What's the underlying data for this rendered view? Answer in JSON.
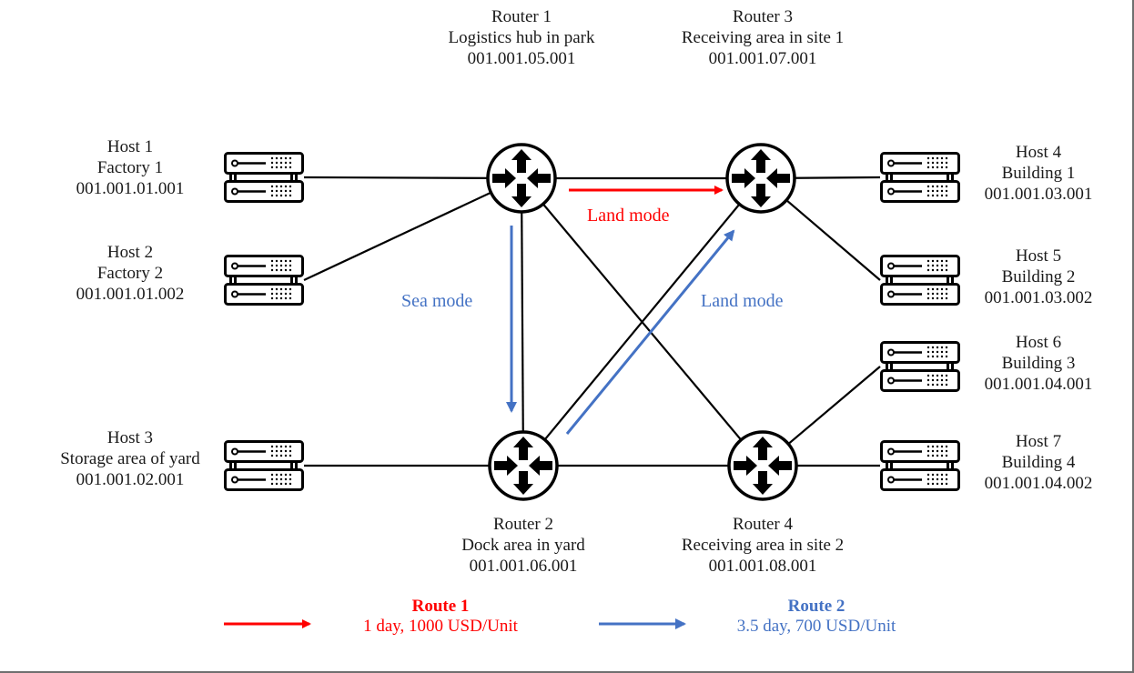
{
  "colors": {
    "route1": "#ff0000",
    "route2": "#4472c4",
    "link": "#000000",
    "text": "#1a1a1a"
  },
  "routers": [
    {
      "id": "router-1",
      "name": "Router 1",
      "place": "Logistics hub in park",
      "address": "001.001.05.001"
    },
    {
      "id": "router-2",
      "name": "Router 2",
      "place": "Dock area in yard",
      "address": "001.001.06.001"
    },
    {
      "id": "router-3",
      "name": "Router 3",
      "place": "Receiving area in site 1",
      "address": "001.001.07.001"
    },
    {
      "id": "router-4",
      "name": "Router 4",
      "place": "Receiving area in site 2",
      "address": "001.001.08.001"
    }
  ],
  "hosts": [
    {
      "id": "host-1",
      "name": "Host 1",
      "place": "Factory 1",
      "address": "001.001.01.001"
    },
    {
      "id": "host-2",
      "name": "Host 2",
      "place": "Factory 2",
      "address": "001.001.01.002"
    },
    {
      "id": "host-3",
      "name": "Host 3",
      "place": "Storage area of yard",
      "address": "001.001.02.001"
    },
    {
      "id": "host-4",
      "name": "Host 4",
      "place": "Building  1",
      "address": "001.001.03.001"
    },
    {
      "id": "host-5",
      "name": "Host 5",
      "place": "Building  2",
      "address": "001.001.03.002"
    },
    {
      "id": "host-6",
      "name": "Host 6",
      "place": "Building  3",
      "address": "001.001.04.001"
    },
    {
      "id": "host-7",
      "name": "Host 7",
      "place": "Building  4",
      "address": "001.001.04.002"
    }
  ],
  "links": [
    [
      "host-1",
      "router-1"
    ],
    [
      "host-2",
      "router-1"
    ],
    [
      "host-3",
      "router-2"
    ],
    [
      "router-1",
      "router-3"
    ],
    [
      "router-1",
      "router-2"
    ],
    [
      "router-1",
      "router-4"
    ],
    [
      "router-2",
      "router-3"
    ],
    [
      "router-2",
      "router-4"
    ],
    [
      "router-3",
      "host-4"
    ],
    [
      "router-3",
      "host-5"
    ],
    [
      "router-4",
      "host-6"
    ],
    [
      "router-4",
      "host-7"
    ]
  ],
  "mode_labels": {
    "r1_r3": "Land mode",
    "r1_r2": "Sea mode",
    "r2_r3": "Land mode"
  },
  "legend": {
    "route1": {
      "title": "Route 1",
      "detail": "1 day,  1000 USD/Unit"
    },
    "route2": {
      "title": "Route 2",
      "detail": "3.5 day,  700 USD/Unit"
    }
  }
}
